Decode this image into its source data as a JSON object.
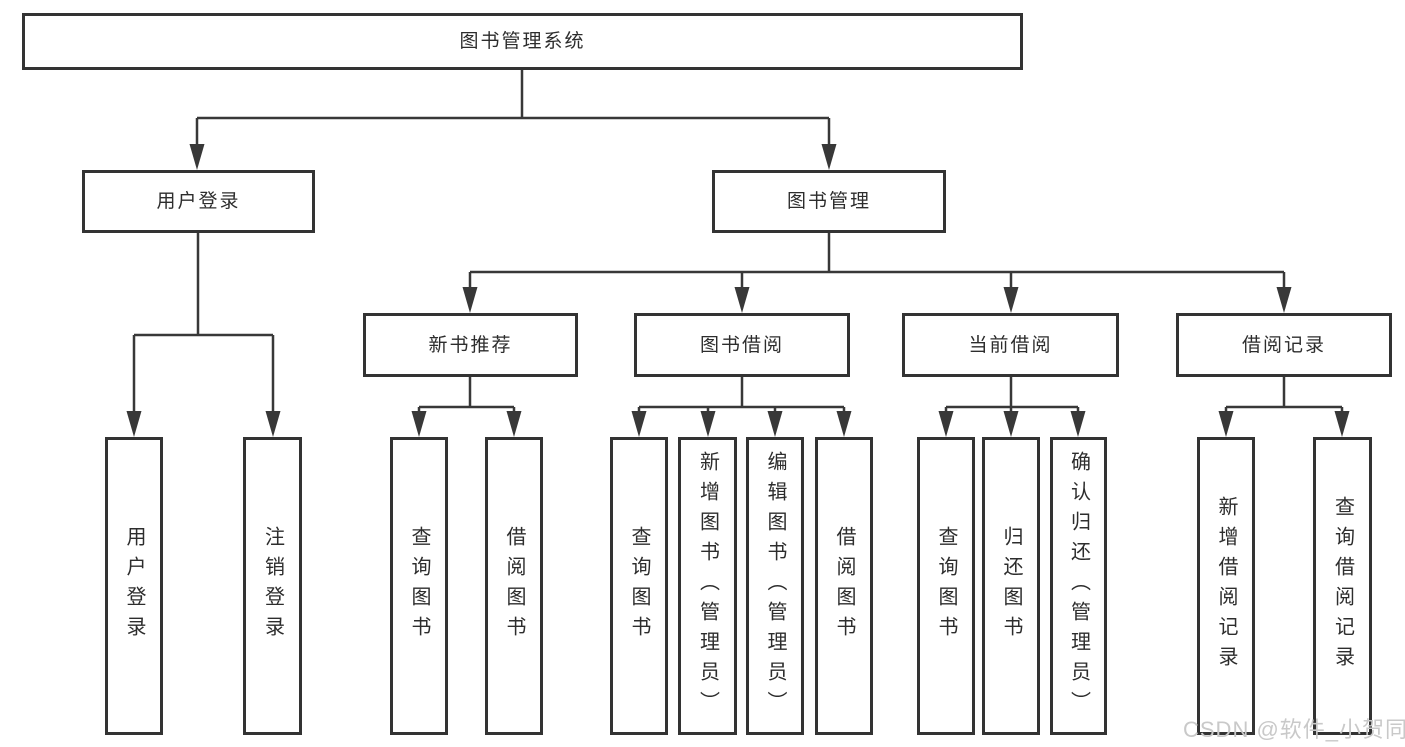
{
  "colors": {
    "bg": "#ffffff",
    "line": "#383838",
    "box-border": "#333333",
    "text": "#2d2d2d",
    "watermark": "#c9c9c9"
  },
  "diagram": {
    "root": {
      "label": "图书管理系统"
    },
    "level2": [
      {
        "label": "用户登录"
      },
      {
        "label": "图书管理"
      }
    ],
    "level3": [
      {
        "label": "新书推荐",
        "parent": "图书管理"
      },
      {
        "label": "图书借阅",
        "parent": "图书管理"
      },
      {
        "label": "当前借阅",
        "parent": "图书管理"
      },
      {
        "label": "借阅记录",
        "parent": "图书管理"
      }
    ],
    "leaves": [
      {
        "label": "用户登录",
        "parent": "用户登录"
      },
      {
        "label": "注销登录",
        "parent": "用户登录"
      },
      {
        "label": "查询图书",
        "parent": "新书推荐"
      },
      {
        "label": "借阅图书",
        "parent": "新书推荐"
      },
      {
        "label": "查询图书",
        "parent": "图书借阅"
      },
      {
        "label": "新增图书（管理员）",
        "parent": "图书借阅"
      },
      {
        "label": "编辑图书（管理员）",
        "parent": "图书借阅"
      },
      {
        "label": "借阅图书",
        "parent": "图书借阅"
      },
      {
        "label": "查询图书",
        "parent": "当前借阅"
      },
      {
        "label": "归还图书",
        "parent": "当前借阅"
      },
      {
        "label": "确认归还（管理员）",
        "parent": "当前借阅"
      },
      {
        "label": "新增借阅记录",
        "parent": "借阅记录"
      },
      {
        "label": "查询借阅记录",
        "parent": "借阅记录"
      }
    ]
  },
  "watermark": {
    "text": "CSDN @软件_小贺同学"
  }
}
